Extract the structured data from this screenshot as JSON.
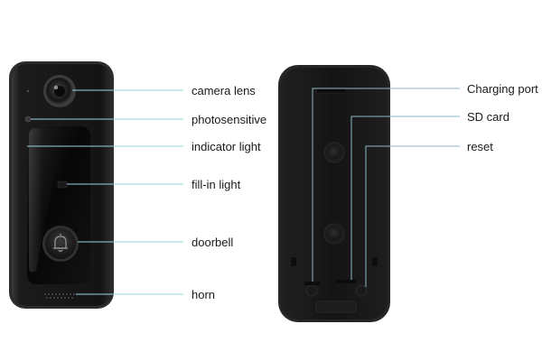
{
  "front_labels": {
    "camera_lens": "camera lens",
    "photosensitive": "photosensitive",
    "indicator_light": "indicator light",
    "fill_in_light": "fill-in light",
    "doorbell": "doorbell",
    "horn": "horn"
  },
  "back_labels": {
    "charging_port": "Charging port",
    "sd_card": "SD card",
    "reset": "reset"
  },
  "icons": {
    "doorbell_button": "bell-icon"
  },
  "colors": {
    "device_body": "#161616",
    "device_edge": "#2e2e2e",
    "face_panel": "#0b0b0b",
    "leader_line": "#9ad3e3"
  }
}
